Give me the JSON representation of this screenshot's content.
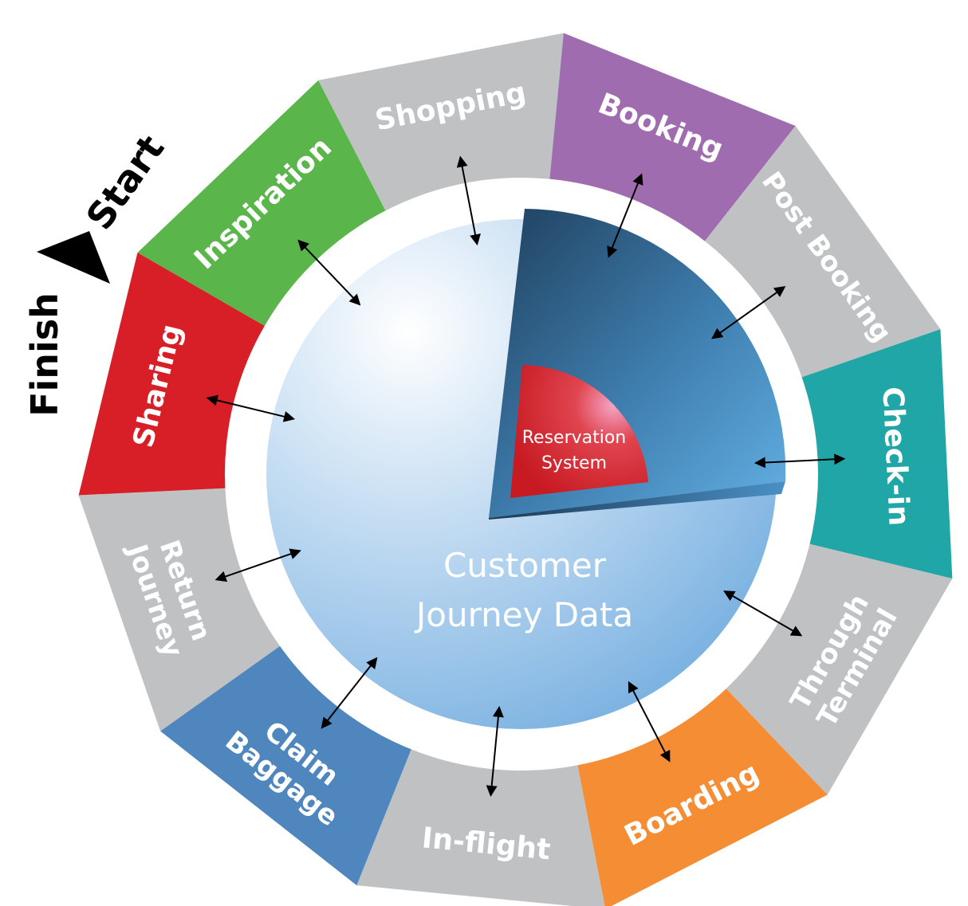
{
  "segments": [
    {
      "id": "inspiration",
      "lines": [
        "Inspiration"
      ],
      "color": "#5ab54a"
    },
    {
      "id": "shopping",
      "lines": [
        "Shopping"
      ],
      "color": "#c0c1c3"
    },
    {
      "id": "booking",
      "lines": [
        "Booking"
      ],
      "color": "#a06cb0"
    },
    {
      "id": "post-booking",
      "lines": [
        "Post Booking"
      ],
      "color": "#c0c1c3"
    },
    {
      "id": "check-in",
      "lines": [
        "Check-in"
      ],
      "color": "#20a6a6"
    },
    {
      "id": "through-terminal",
      "lines": [
        "Through",
        "Terminal"
      ],
      "color": "#c0c1c3"
    },
    {
      "id": "boarding",
      "lines": [
        "Boarding"
      ],
      "color": "#f48d33"
    },
    {
      "id": "in-flight",
      "lines": [
        "In-flight"
      ],
      "color": "#c0c1c3"
    },
    {
      "id": "claim-baggage",
      "lines": [
        "Claim",
        "Baggage"
      ],
      "color": "#4f86be"
    },
    {
      "id": "return-journey",
      "lines": [
        "Return",
        "Journey"
      ],
      "color": "#c0c1c3"
    },
    {
      "id": "sharing",
      "lines": [
        "Sharing"
      ],
      "color": "#d81e27"
    }
  ],
  "start_label": "Start",
  "finish_label": "Finish",
  "center": {
    "line1": "Customer",
    "line2": "Journey Data"
  },
  "core": {
    "line1": "Reservation",
    "line2": "System"
  },
  "colors": {
    "sphere_light": "#eaf3fb",
    "sphere_dark": "#7fb5e3",
    "cutaway": "#5aa6dc",
    "cutaway_dark": "#1f3f5c",
    "core_red": "#e01e2a",
    "arrow": "#000000"
  }
}
